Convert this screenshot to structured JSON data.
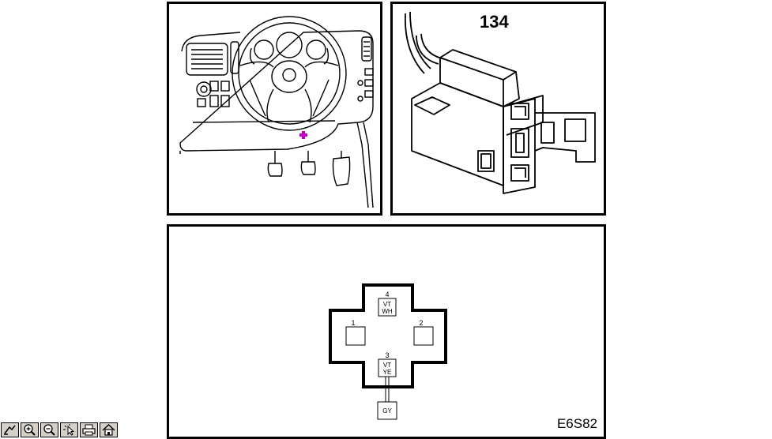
{
  "connector": {
    "ref_number": "134",
    "figure_code": "E6S82",
    "pins": [
      {
        "number": "4",
        "color_line1": "VT",
        "color_line2": "WH"
      },
      {
        "number": "1",
        "color_line1": "",
        "color_line2": ""
      },
      {
        "number": "2",
        "color_line1": "",
        "color_line2": ""
      },
      {
        "number": "3",
        "color_line1": "VT",
        "color_line2": "YE"
      }
    ],
    "wire_color": "GY",
    "location_marker_color": "#c000c0"
  },
  "toolbar": {
    "icons": [
      "pan-icon",
      "zoom-in-icon",
      "zoom-out-icon",
      "select-icon",
      "print-icon",
      "home-icon"
    ]
  }
}
